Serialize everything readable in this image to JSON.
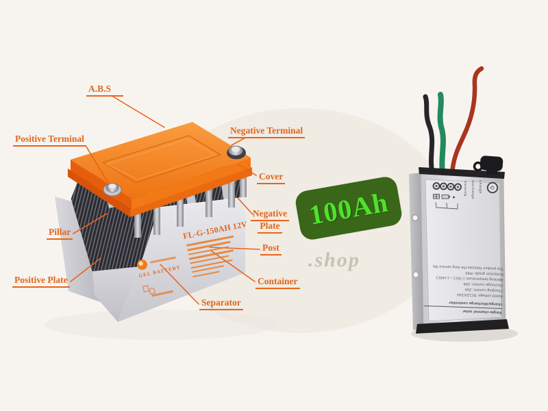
{
  "scene": {
    "background_color": "#f7f4f0",
    "watermark_text": ".shop"
  },
  "capacity_badge": {
    "text": "100Ah",
    "bg_color": "#396619",
    "text_color": "#4fe22b"
  },
  "battery": {
    "accent_color": "#e2661c",
    "cover_color": "#f37816",
    "model_text": "FL-G-150AH 12V",
    "type_text": "GEL BATTERY",
    "callouts": {
      "abs": "A.B.S",
      "positive_terminal": "Positive Terminal",
      "negative_terminal": "Negative Terminal",
      "cover": "Cover",
      "negative_plate_line1": "Negative",
      "negative_plate_line2": "Plate",
      "post": "Post",
      "container": "Container",
      "separator": "Separator",
      "pillar": "Pillar",
      "positive_plate": "Positive Plate"
    }
  },
  "controller": {
    "led_labels": [
      "Running",
      "Discharge",
      "Charge"
    ],
    "spec_title_line1": "Single-channel solar",
    "spec_title_line2": "charge/discharge controller",
    "specs": [
      "Rated voltage: DC12V/24V",
      "Charging current: 20A",
      "Discharge current: 20A",
      "Working temperature: [-35C] ~ [+60C]",
      "Protection grade: IP65",
      "The product features the long service life"
    ]
  }
}
